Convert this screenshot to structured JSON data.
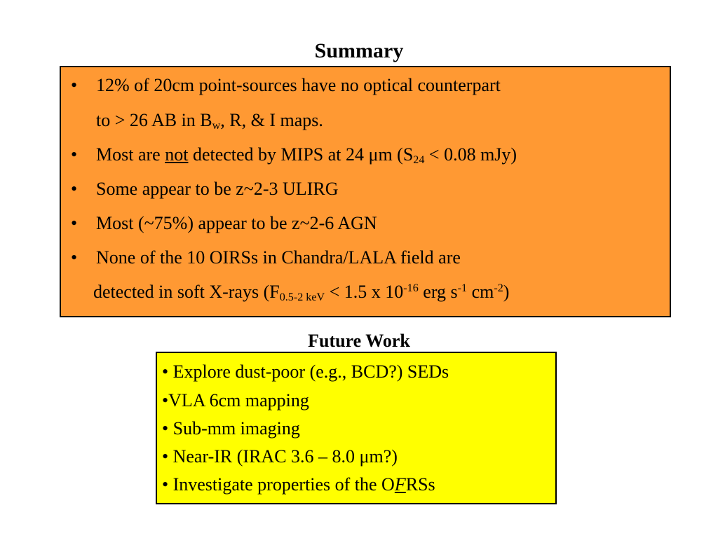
{
  "summary": {
    "title": "Summary",
    "bullet_char": "•",
    "item1_line1": "12% of 20cm point-sources have no optical counterpart",
    "item1_line2_a": "to > 26 AB in B",
    "item1_line2_sub": "w",
    "item1_line2_b": ", R, & I maps.",
    "item2_a": "Most are ",
    "item2_not": "not",
    "item2_b": " detected by MIPS at 24 μm  (S",
    "item2_sub": "24",
    "item2_c": " < 0.08 mJy)",
    "item3": "Some appear to be z~2-3 ULIRG",
    "item4": "Most (~75%) appear to be z~2-6 AGN",
    "item5_line1": "None of the 10 OIRSs in Chandra/LALA field are",
    "item5_line2_a": "detected in soft X-rays (F",
    "item5_line2_sub": "0.5-2 keV",
    "item5_line2_b": " < 1.5 x 10",
    "item5_line2_sup1": "-16",
    "item5_line2_c": " erg s",
    "item5_line2_sup2": "-1",
    "item5_line2_d": " cm",
    "item5_line2_sup3": "-2",
    "item5_line2_e": ")"
  },
  "future": {
    "title": "Future Work",
    "item1": "• Explore dust-poor (e.g., BCD?) SEDs",
    "item2": "•VLA 6cm mapping",
    "item3": "•  Sub-mm imaging",
    "item4": "•  Near-IR (IRAC 3.6 – 8.0 μm?)",
    "item5_a": "• Investigate properties of the O",
    "item5_f": "F",
    "item5_b": "RSs"
  },
  "colors": {
    "summary_background": "#ff9933",
    "future_background": "#ffff00",
    "border": "#000000"
  }
}
